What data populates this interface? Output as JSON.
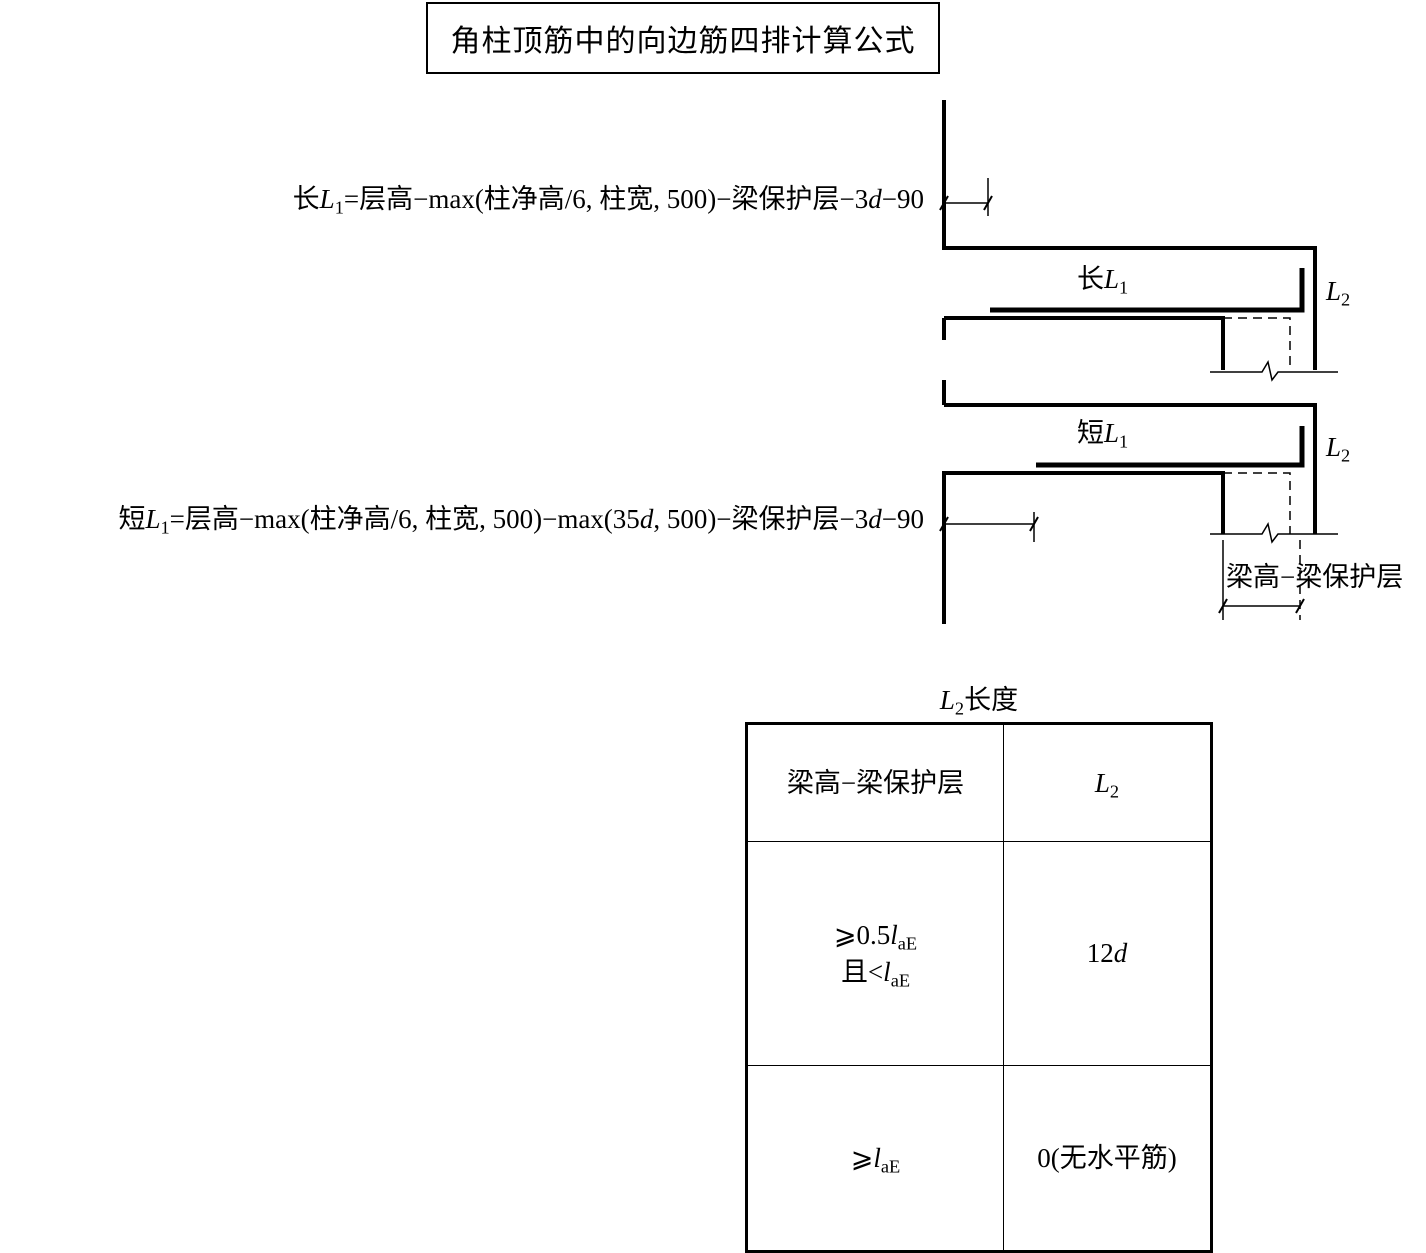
{
  "title": "角柱顶筋中的向边筋四排计算公式",
  "formulas": {
    "long": {
      "prefix": "长",
      "var": "L",
      "sub": "1",
      "expr_a": "=层高−max(柱净高/6, 柱宽, 500)−梁保护层−3",
      "d": "d",
      "expr_b": "−90"
    },
    "short": {
      "prefix": "短",
      "var": "L",
      "sub": "1",
      "expr_a": "=层高−max(柱净高/6, 柱宽, 500)−max(35",
      "d": "d",
      "expr_b": ", 500)−梁保护层−3",
      "d2": "d",
      "expr_c": "−90"
    }
  },
  "labels": {
    "long_l1": {
      "prefix": "长",
      "var": "L",
      "sub": "1"
    },
    "short_l1": {
      "prefix": "短",
      "var": "L",
      "sub": "1"
    },
    "l2_upper": {
      "var": "L",
      "sub": "2"
    },
    "l2_lower": {
      "var": "L",
      "sub": "2"
    },
    "beam_height": "梁高−梁保护层"
  },
  "table": {
    "caption": {
      "var": "L",
      "sub": "2",
      "text": "长度"
    },
    "rows": [
      {
        "left": "梁高−梁保护层",
        "right_var": "L",
        "right_sub": "2"
      },
      {
        "left_line1_a": "⩾0.5",
        "left_line1_var": "l",
        "left_line1_sub": "aE",
        "left_line2_a": "且<",
        "left_line2_var": "l",
        "left_line2_sub": "aE",
        "right_a": "12",
        "right_var": "d"
      },
      {
        "left_a": "⩾",
        "left_var": "l",
        "left_sub": "aE",
        "right": "0(无水平筋)"
      }
    ]
  }
}
